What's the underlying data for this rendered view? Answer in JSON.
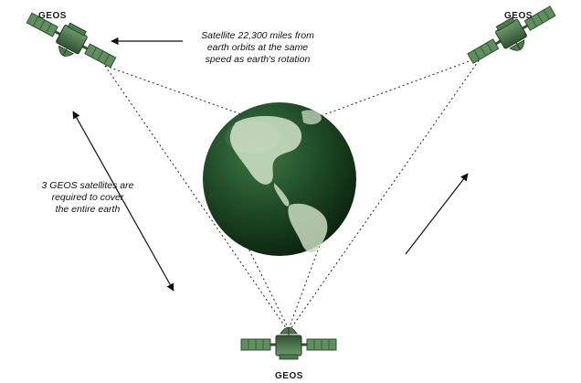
{
  "labels": {
    "satellite_top_left": "GEOS",
    "satellite_top_right": "GEOS",
    "satellite_bottom": "GEOS"
  },
  "annotations": {
    "orbit_note": [
      "Satellite 22,300 miles from",
      "earth orbits at the same",
      "speed as earth's rotation"
    ],
    "coverage_note": [
      "3 GEOS satellites are",
      "required to cover",
      "the entire earth"
    ]
  },
  "colors": {
    "satellite_body": "#4e7a4e",
    "satellite_dark": "#2f5230",
    "satellite_panel": "#5f8f5f",
    "earth_ocean": "#1f4a26",
    "earth_land": "#c9dcc0",
    "line": "#222222"
  },
  "icons": {
    "satellite": "satellite-icon",
    "earth": "earth-globe-icon"
  }
}
